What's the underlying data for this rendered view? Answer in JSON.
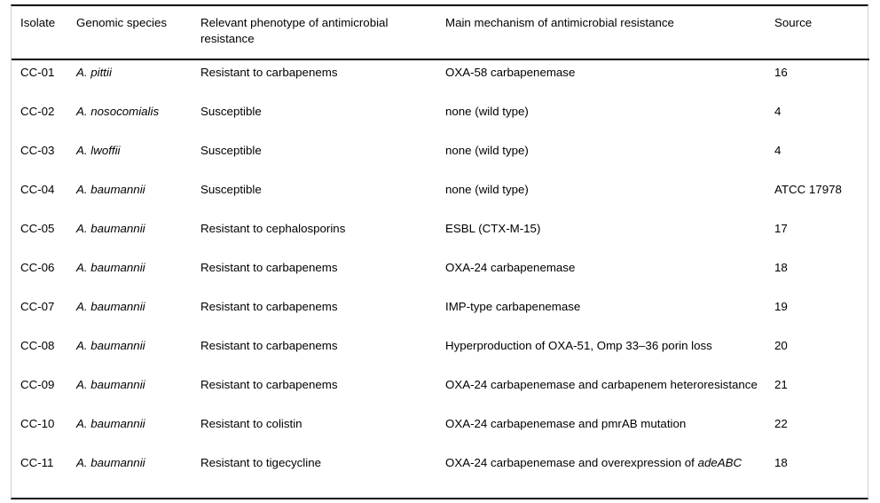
{
  "table": {
    "columns": [
      {
        "key": "isolate",
        "label": "Isolate"
      },
      {
        "key": "species",
        "label": "Genomic species"
      },
      {
        "key": "phenotype",
        "label": "Relevant phenotype of antimicrobial resistance"
      },
      {
        "key": "mechanism",
        "label": "Main mechanism of antimicrobial resistance"
      },
      {
        "key": "source",
        "label": "Source"
      }
    ],
    "rows": [
      {
        "isolate": "CC-01",
        "species": "A. pittii",
        "phenotype": "Resistant to carbapenems",
        "mechanism": "OXA-58 carbapenemase",
        "mechanism_italic": "",
        "source": "16"
      },
      {
        "isolate": "CC-02",
        "species": "A. nosocomialis",
        "phenotype": "Susceptible",
        "mechanism": "none (wild type)",
        "mechanism_italic": "",
        "source": "4"
      },
      {
        "isolate": "CC-03",
        "species": "A. lwoffii",
        "phenotype": "Susceptible",
        "mechanism": "none (wild type)",
        "mechanism_italic": "",
        "source": "4"
      },
      {
        "isolate": "CC-04",
        "species": "A. baumannii",
        "phenotype": "Susceptible",
        "mechanism": "none (wild type)",
        "mechanism_italic": "",
        "source": "ATCC 17978"
      },
      {
        "isolate": "CC-05",
        "species": "A. baumannii",
        "phenotype": "Resistant to cephalosporins",
        "mechanism": "ESBL (CTX-M-15)",
        "mechanism_italic": "",
        "source": "17"
      },
      {
        "isolate": "CC-06",
        "species": "A. baumannii",
        "phenotype": "Resistant to carbapenems",
        "mechanism": "OXA-24 carbapenemase",
        "mechanism_italic": "",
        "source": "18"
      },
      {
        "isolate": "CC-07",
        "species": "A. baumannii",
        "phenotype": "Resistant to carbapenems",
        "mechanism": "IMP-type carbapenemase",
        "mechanism_italic": "",
        "source": "19"
      },
      {
        "isolate": "CC-08",
        "species": "A. baumannii",
        "phenotype": "Resistant to carbapenems",
        "mechanism": "Hyperproduction of OXA-51, Omp 33–36 porin loss",
        "mechanism_italic": "",
        "source": "20"
      },
      {
        "isolate": "CC-09",
        "species": "A. baumannii",
        "phenotype": "Resistant to carbapenems",
        "mechanism": "OXA-24 carbapenemase and carbapenem heteroresistance",
        "mechanism_italic": "",
        "source": "21"
      },
      {
        "isolate": "CC-10",
        "species": "A. baumannii",
        "phenotype": "Resistant to colistin",
        "mechanism": "OXA-24 carbapenemase and pmrAB mutation",
        "mechanism_italic": "",
        "source": "22"
      },
      {
        "isolate": "CC-11",
        "species": "A. baumannii",
        "phenotype": "Resistant to tigecycline",
        "mechanism": "OXA-24 carbapenemase and overexpression of ",
        "mechanism_italic": "adeABC",
        "source": "18"
      }
    ]
  },
  "style": {
    "rule_color": "#000000",
    "side_border_color": "#cfcfcf",
    "text_color": "#000000",
    "background": "#ffffff"
  }
}
